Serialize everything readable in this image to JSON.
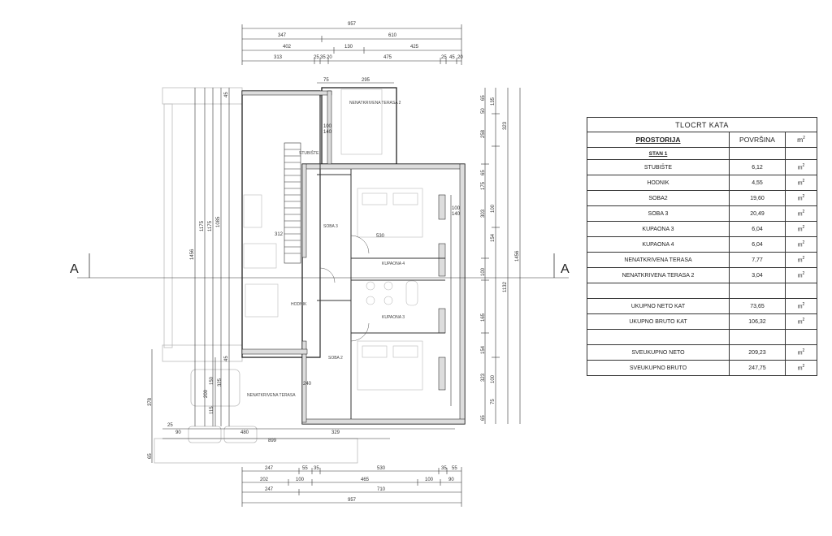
{
  "table": {
    "title": "TLOCRT KATA",
    "col_room": "PROSTORIJA",
    "col_area": "POVRŠINA",
    "col_unit": "m",
    "unit_sup": "2",
    "stan": "STAN 1",
    "rows": [
      {
        "name": "STUBIŠTE",
        "value": "6,12"
      },
      {
        "name": "HODNIK",
        "value": "4,55"
      },
      {
        "name": "SOBA2",
        "value": "19,60"
      },
      {
        "name": "SOBA 3",
        "value": "20,49"
      },
      {
        "name": "KUPAONA 3",
        "value": "6,04"
      },
      {
        "name": "KUPAONA 4",
        "value": "6,04"
      },
      {
        "name": "NENATKRIVENA TERASA",
        "value": "7,77"
      },
      {
        "name": "NENATKRIVENA TERASA 2",
        "value": "3,04"
      }
    ],
    "neto_kat_label": "UKUPNO NETO KAT",
    "neto_kat_value": "73,65",
    "bruto_kat_label": "UKUPNO BRUTO KAT",
    "bruto_kat_value": "106,32",
    "sveukupno_neto_label": "SVEUKUPNO NETO",
    "sveukupno_neto_value": "209,23",
    "sveukupno_bruto_label": "SVEUKUPNO BRUTO",
    "sveukupno_bruto_value": "247,75"
  },
  "plan": {
    "section_marker": "A",
    "top_dims": {
      "total": "957",
      "row2": [
        "347",
        "610"
      ],
      "row3": [
        "402",
        "130",
        "425"
      ],
      "row4": [
        "313",
        "25",
        "35",
        "20",
        "475",
        "25",
        "45",
        "20"
      ],
      "inner": [
        "75",
        "295"
      ]
    },
    "bottom_dims": {
      "row1": [
        "247",
        "55",
        "35",
        "530",
        "35",
        "55"
      ],
      "row2": [
        "202",
        "100",
        "465",
        "100",
        "90"
      ],
      "row3": [
        "247",
        "710"
      ],
      "total": "957"
    },
    "left_dims": [
      "1456",
      "1175",
      "1175",
      "1085",
      "45",
      "45",
      "378",
      "150",
      "200",
      "325",
      "115",
      "65",
      "25",
      "90",
      "480",
      "899",
      "329"
    ],
    "right_dims": [
      "65",
      "50",
      "135",
      "258",
      "65",
      "175",
      "100",
      "303",
      "154",
      "100",
      "165",
      "154",
      "100",
      "323",
      "75",
      "65",
      "1456",
      "1132",
      "323"
    ],
    "interior_dims": [
      "312",
      "530",
      "100",
      "140",
      "240",
      "100",
      "140"
    ],
    "room_labels": [
      "NENATKRIVENA TERASA 2",
      "STUBIŠTE",
      "SOBA 3",
      "KUPAONA 4",
      "KUPAONA 3",
      "HODNIK",
      "SOBA 2",
      "NENATKRIVENA TERASA"
    ]
  }
}
